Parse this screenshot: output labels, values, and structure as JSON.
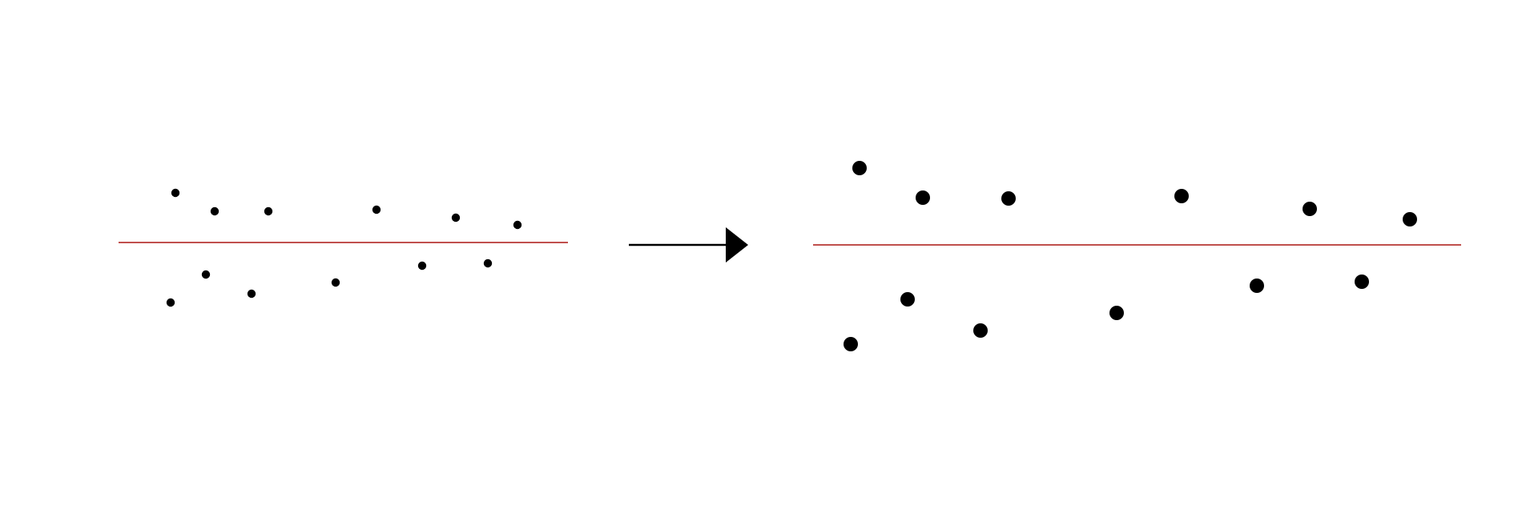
{
  "colors": {
    "background": "#ffffff",
    "reference_line": "#c0504d",
    "points": "#000000",
    "arrow": "#000000"
  },
  "icons": {
    "transform_arrow": "right-arrow-icon"
  },
  "panels": [
    {
      "id": "before",
      "point_count": 12
    },
    {
      "id": "after",
      "point_count": 12
    }
  ]
}
